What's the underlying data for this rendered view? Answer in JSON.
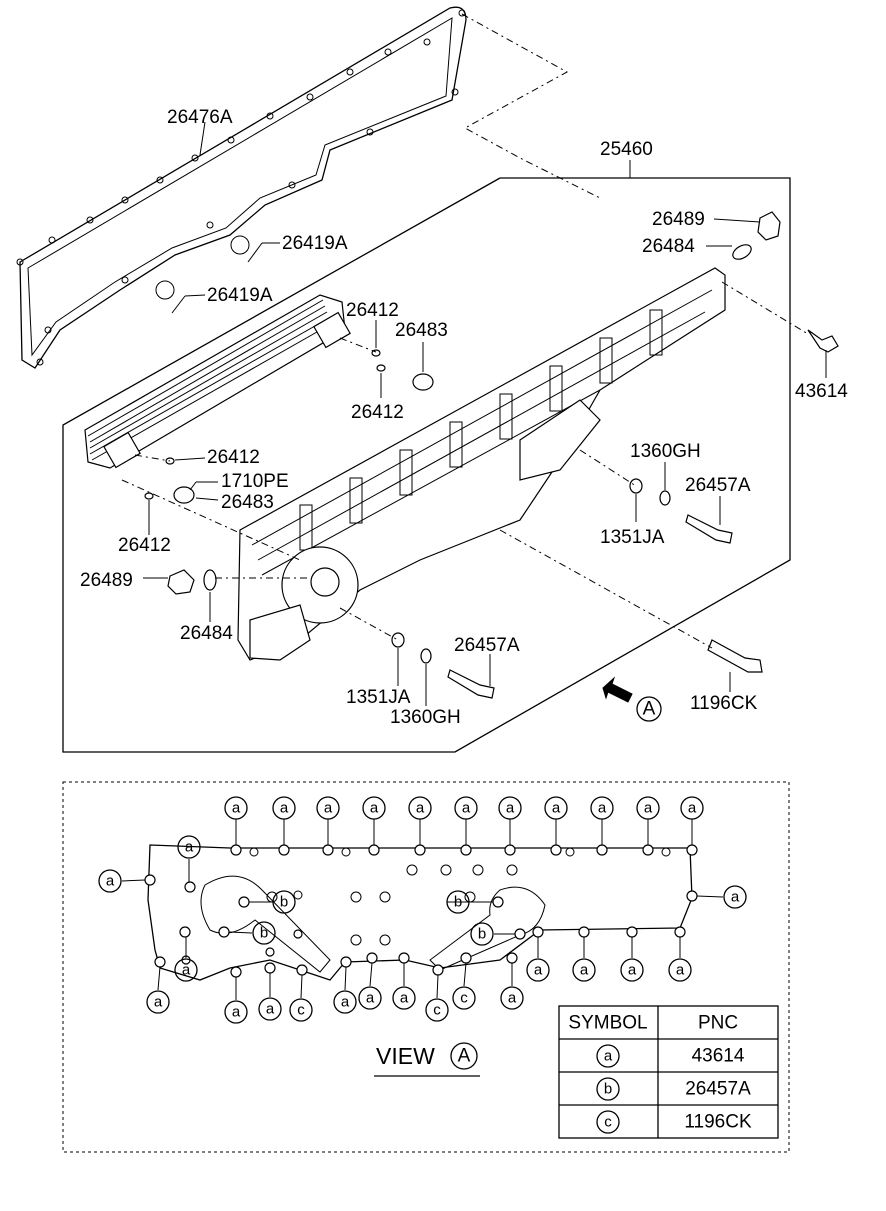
{
  "parts": {
    "p26476A": "26476A",
    "p25460": "25460",
    "p26489_top": "26489",
    "p26484_top": "26484",
    "p26419A_1": "26419A",
    "p26419A_2": "26419A",
    "p26412_1": "26412",
    "p26483_1": "26483",
    "p26412_2": "26412",
    "p43614": "43614",
    "p26412_3": "26412",
    "p1710PE": "1710PE",
    "p26483_2": "26483",
    "p26412_4": "26412",
    "p1360GH_1": "1360GH",
    "p26457A_1": "26457A",
    "p1351JA_1": "1351JA",
    "p26489_bot": "26489",
    "p26484_bot": "26484",
    "p26457A_2": "26457A",
    "p1351JA_2": "1351JA",
    "p1360GH_2": "1360GH",
    "p1196CK": "1196CK"
  },
  "arrow_label": "A",
  "view": {
    "title": "VIEW",
    "letter": "A"
  },
  "callouts": {
    "a": "a",
    "b": "b",
    "c": "c"
  },
  "symbol_table": {
    "headers": [
      "SYMBOL",
      "PNC"
    ],
    "rows": [
      {
        "symbol": "a",
        "pnc": "43614"
      },
      {
        "symbol": "b",
        "pnc": "26457A"
      },
      {
        "symbol": "c",
        "pnc": "1196CK"
      }
    ]
  }
}
